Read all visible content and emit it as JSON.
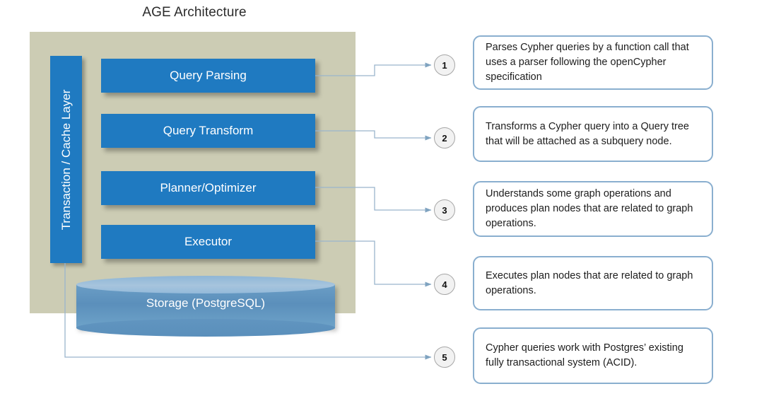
{
  "title": "AGE Architecture",
  "layers": {
    "transaction_bar": {
      "label": "Transaction  /  Cache Layer"
    },
    "storage": {
      "label": "Storage (PostgreSQL)"
    },
    "boxes": [
      {
        "label": "Query Parsing"
      },
      {
        "label": "Query Transform"
      },
      {
        "label": "Planner/Optimizer"
      },
      {
        "label": "Executor"
      }
    ]
  },
  "callouts": [
    {
      "number": "1",
      "text": "Parses Cypher queries by a function call that uses a parser following the openCypher specification"
    },
    {
      "number": "2",
      "text": "Transforms a Cypher query into a Query tree that will be attached as a subquery node."
    },
    {
      "number": "3",
      "text": "Understands some graph operations and produces plan nodes that are related to graph operations."
    },
    {
      "number": "4",
      "text": "Executes plan nodes that are related to graph operations."
    },
    {
      "number": "5",
      "text": "Cypher queries work with Postgres’ existing fully transactional system (ACID)."
    }
  ],
  "colors": {
    "panel_background": "#ccccb4",
    "box_blue": "#1f7ac1",
    "cylinder_blue": "#5b8fbb",
    "callout_border": "#8aafcf",
    "connector_line": "#9ab5cc",
    "circle_fill": "#f2f2f2",
    "page_background": "#ffffff"
  }
}
